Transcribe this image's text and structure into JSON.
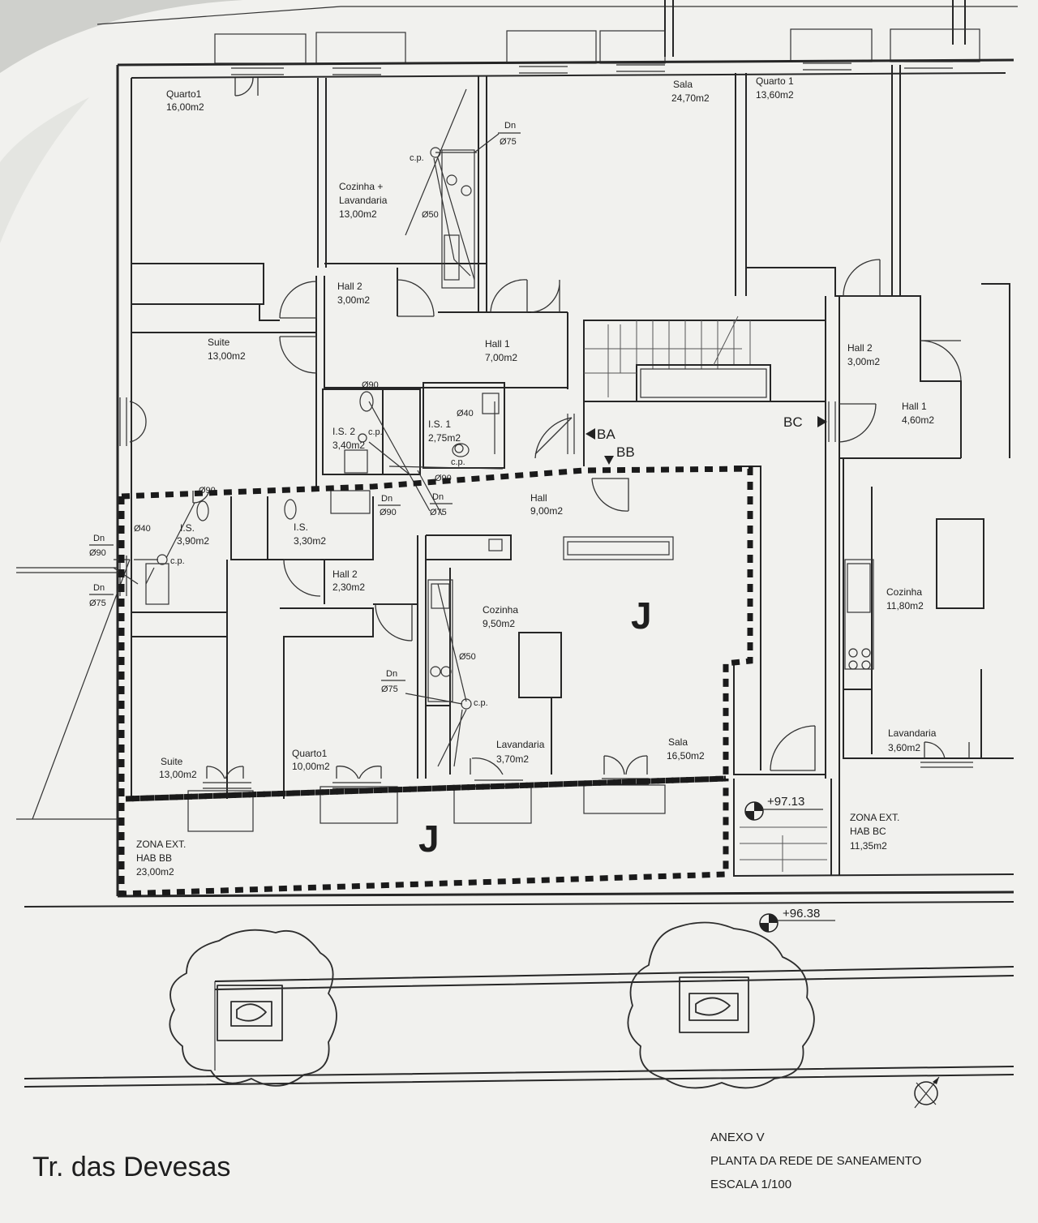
{
  "rooms": {
    "quarto1_top": {
      "name": "Quarto1",
      "area": "16,00m2"
    },
    "cozinha_top": {
      "name1": "Cozinha +",
      "name2": "Lavandaria",
      "area": "13,00m2"
    },
    "sala_top": {
      "name": "Sala",
      "area": "24,70m2"
    },
    "quarto1_right": {
      "name": "Quarto 1",
      "area": "13,60m2"
    },
    "hall2_left": {
      "name": "Hall 2",
      "area": "3,00m2"
    },
    "suite_top": {
      "name": "Suite",
      "area": "13,00m2"
    },
    "hall1_center": {
      "name": "Hall 1",
      "area": "7,00m2"
    },
    "is2": {
      "name": "I.S. 2",
      "area": "3,40m2"
    },
    "is1": {
      "name": "I.S. 1",
      "area": "2,75m2"
    },
    "hall2_right": {
      "name": "Hall 2",
      "area": "3,00m2"
    },
    "hall1_right": {
      "name": "Hall 1",
      "area": "4,60m2"
    },
    "is_a": {
      "name": "I.S.",
      "area": "3,90m2"
    },
    "is_b": {
      "name": "I.S.",
      "area": "3,30m2"
    },
    "hall_j": {
      "name": "Hall",
      "area": "9,00m2"
    },
    "hall2_j": {
      "name": "Hall 2",
      "area": "2,30m2"
    },
    "cozinha_j": {
      "name": "Cozinha",
      "area": "9,50m2"
    },
    "cozinha_right": {
      "name": "Cozinha",
      "area": "11,80m2"
    },
    "suite_bottom": {
      "name": "Suite",
      "area": "13,00m2"
    },
    "quarto1_bottom": {
      "name": "Quarto1",
      "area": "10,00m2"
    },
    "lavandaria_j": {
      "name": "Lavandaria",
      "area": "3,70m2"
    },
    "sala_j": {
      "name": "Sala",
      "area": "16,50m2"
    },
    "lavandaria_right": {
      "name": "Lavandaria",
      "area": "3,60m2"
    },
    "zona_bb": {
      "line1": "ZONA EXT.",
      "line2": "HAB BB",
      "area": "23,00m2"
    },
    "zona_bc": {
      "line1": "ZONA EXT.",
      "line2": "HAB BC",
      "area": "11,35m2"
    }
  },
  "pipes": {
    "dn": "Dn",
    "cp": "c.p.",
    "d75": "Ø75",
    "d50": "Ø50",
    "d90": "Ø90",
    "d40": "Ø40"
  },
  "markers": {
    "ba": "BA",
    "bb": "BB",
    "bc": "BC",
    "j": "J"
  },
  "levels": {
    "upper": "+97.13",
    "lower": "+96.38"
  },
  "street": "Tr. das Devesas",
  "title_block": {
    "line1": "ANEXO V",
    "line2": "PLANTA DA REDE DE SANEAMENTO",
    "line3": "ESCALA 1/100"
  },
  "colors": {
    "paper": "#f1f1ee",
    "ink": "#262626",
    "background": "#cfd0cc"
  }
}
